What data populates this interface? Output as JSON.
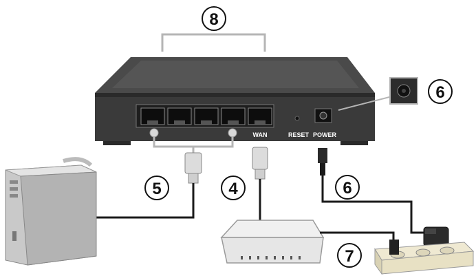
{
  "ports": {
    "wan": "WAN",
    "reset": "RESET",
    "power": "POWER"
  },
  "callouts": {
    "bracket_top": "8",
    "power_jack": "6",
    "lan_cable": "5",
    "wan_cable": "4",
    "power_adapter": "6",
    "power_strip": "7"
  },
  "colors": {
    "router_body": "#3a3a3a",
    "router_top": "#4a4a4a",
    "cable": "#1a1a1a",
    "connector": "#cfcfcf"
  }
}
